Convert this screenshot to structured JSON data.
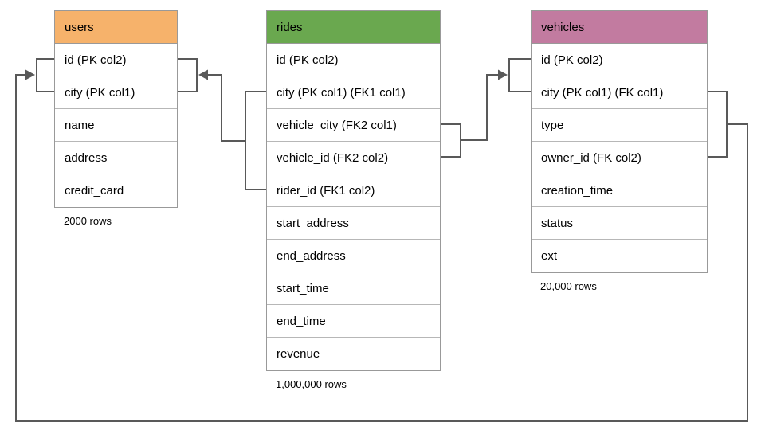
{
  "diagram": {
    "tables": [
      {
        "name": "users",
        "header_color": "#f6b26b",
        "columns": [
          "id (PK col2)",
          "city (PK col1)",
          "name",
          "address",
          "credit_card"
        ],
        "row_count": "2000 rows"
      },
      {
        "name": "rides",
        "header_color": "#6aa84f",
        "columns": [
          "id (PK col2)",
          "city (PK col1) (FK1 col1)",
          "vehicle_city (FK2 col1)",
          "vehicle_id (FK2 col2)",
          "rider_id (FK1 col2)",
          "start_address",
          "end_address",
          "start_time",
          "end_time",
          "revenue"
        ],
        "row_count": "1,000,000 rows"
      },
      {
        "name": "vehicles",
        "header_color": "#c27ba0",
        "columns": [
          "id (PK col2)",
          "city (PK col1) (FK col1)",
          "type",
          "owner_id (FK col2)",
          "creation_time",
          "status",
          "ext"
        ],
        "row_count": "20,000 rows"
      }
    ],
    "relationships": [
      {
        "label": "FK1",
        "from_table": "rides",
        "from_columns": "city (FK1 col1), rider_id (FK1 col2)",
        "to_table": "users",
        "to_columns": "id (PK col2), city (PK col1)"
      },
      {
        "label": "FK2",
        "from_table": "rides",
        "from_columns": "vehicle_city (FK2 col1), vehicle_id (FK2 col2)",
        "to_table": "vehicles",
        "to_columns": "id (PK col2), city (PK col1)"
      },
      {
        "label": "FK",
        "from_table": "vehicles",
        "from_columns": "city (FK col1), owner_id (FK col2)",
        "to_table": "users",
        "to_columns": "id (PK col2), city (PK col1)"
      }
    ],
    "colors": {
      "connector": "#595959",
      "table_border": "#999999",
      "row_divider": "#b7b7b7",
      "background": "#ffffff",
      "text": "#000000"
    }
  }
}
